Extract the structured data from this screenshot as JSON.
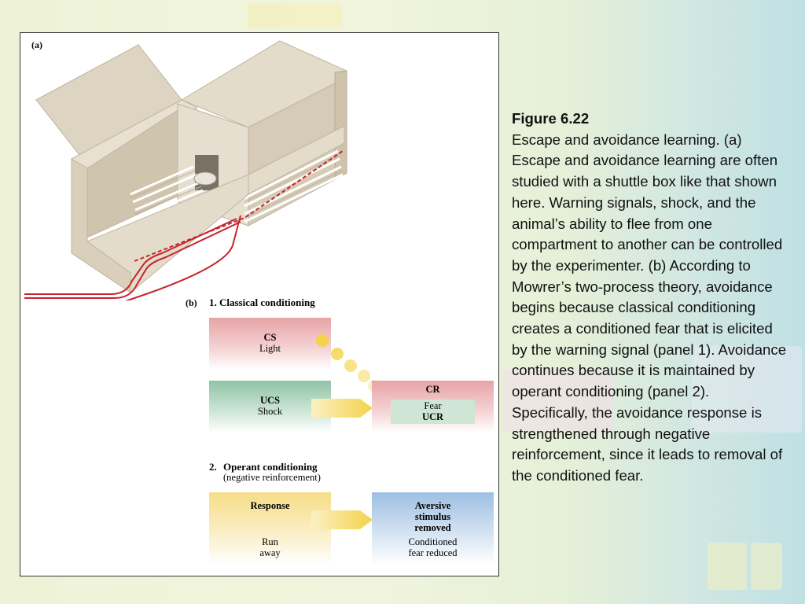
{
  "figure": {
    "panel_a_label": "(a)",
    "panel_b_label": "(b)",
    "classical": {
      "title": "1. Classical conditioning",
      "cs": {
        "title": "CS",
        "sub": "Light"
      },
      "ucs": {
        "title": "UCS",
        "sub": "Shock"
      },
      "cr": {
        "title": "CR",
        "mid": "Fear",
        "bottom": "UCR"
      }
    },
    "operant": {
      "number": "2.",
      "title": "Operant conditioning",
      "subtitle": "(negative reinforcement)",
      "response": {
        "title": "Response",
        "sub1": "Run",
        "sub2": "away"
      },
      "aversive": {
        "line1": "Aversive",
        "line2": "stimulus",
        "line3": "removed",
        "sub1": "Conditioned",
        "sub2": "fear reduced"
      }
    }
  },
  "caption": {
    "title": "Figure 6.22",
    "body": "Escape and avoidance learning.   (a) Escape and avoidance learning are often studied with a shuttle box like that shown here. Warning signals, shock, and the animal’s ability to flee from one compartment to another can be controlled by the experimenter.  (b) According to Mowrer’s two-process theory, avoidance begins because classical conditioning creates a conditioned fear that is elicited by the warning signal (panel 1). Avoidance continues because it is maintained by operant conditioning (panel 2). Specifically, the avoidance response is strengthened through negative reinforcement, since it leads to removal of the conditioned fear."
  },
  "colors": {
    "cs_red": "#e8a3a6",
    "ucs_green": "#8fc3a6",
    "response_yellow": "#f6dd87",
    "aversive_blue": "#9ebfe2",
    "arrow_yellow": "#f5d24a",
    "wire_red": "#c8242d"
  }
}
